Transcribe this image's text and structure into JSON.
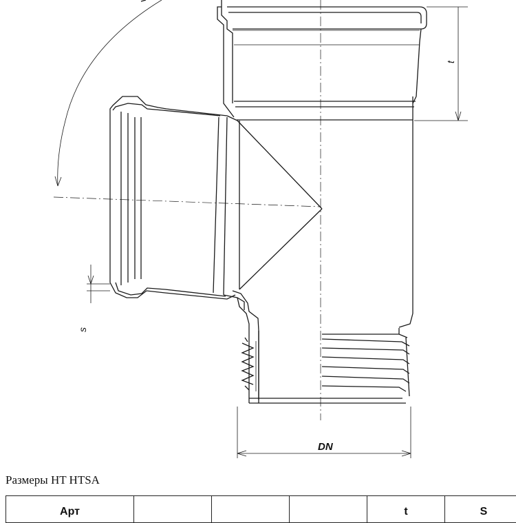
{
  "drawing": {
    "labels": {
      "dn": "DN",
      "t": "t",
      "s": "s"
    }
  },
  "caption": "Размеры HT HTSA",
  "table": {
    "headers": [
      "Арт",
      "",
      "",
      "",
      "t",
      "S"
    ]
  }
}
